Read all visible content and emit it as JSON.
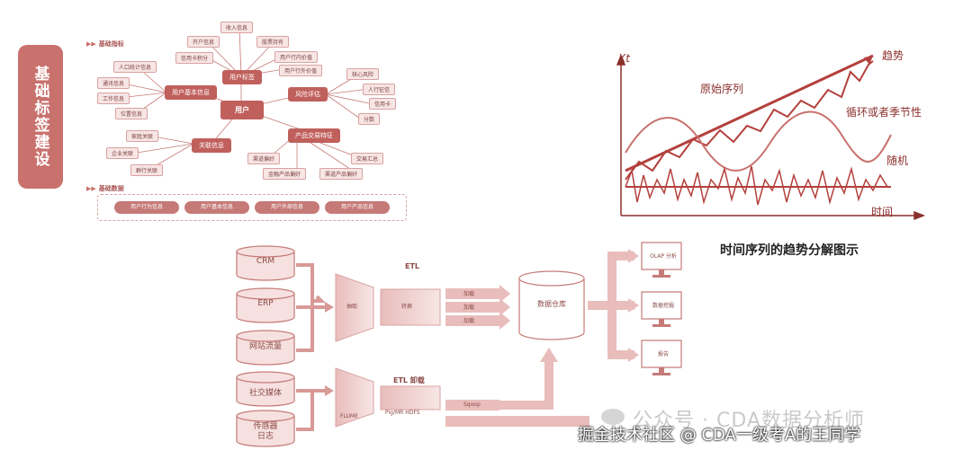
{
  "side_label": "基础标签建设",
  "mindmap": {
    "title": "基础指标",
    "center": "用户",
    "core_nodes": {
      "profile": "用户基本信息",
      "tag": "用户标签",
      "risk": "风险评估",
      "relation": "关联信息",
      "product": "产品交易特征"
    },
    "leaves": {
      "income": "收入信息",
      "account": "开户信息",
      "stock": "股票持有",
      "card": "信用卡积分",
      "inner_value": "用户行内价值",
      "outer_value": "用户行外价值",
      "population": "人口统计信息",
      "comm": "通讯信息",
      "work": "工作信息",
      "location": "位置信息",
      "core_risk": "核心风险",
      "bank_credit": "人行征信",
      "credit_card": "信用卡",
      "score": "分数",
      "family": "家庭关联",
      "enterprise": "企业关联",
      "group": "群行关联",
      "channel_pref": "渠道偏好",
      "trade_summary": "交易汇总",
      "loan_pref": "金融产品偏好",
      "channel_prod": "渠道产品偏好"
    },
    "data_title": "基础数据",
    "data_pills": [
      "用户行为信息",
      "用户基本信息",
      "用户外部信息",
      "用户产品信息"
    ]
  },
  "chart": {
    "y_axis": "Xt",
    "trend_label": "趋势",
    "original_label": "原始序列",
    "cycle_label": "循环或者季节性",
    "random_label": "随机",
    "x_axis": "时间",
    "caption": "时间序列的趋势分解图示"
  },
  "etl": {
    "sources_top": [
      "CRM",
      "ERP",
      "网站流量"
    ],
    "sources_bottom": [
      "社交媒体",
      "传感器\n日志"
    ],
    "etl_title": "ETL",
    "extract": "抽取",
    "transform": "转换",
    "load": [
      "加载",
      "加载",
      "加载"
    ],
    "warehouse": "数据仓库",
    "outputs": [
      "OLAP 分析",
      "数据挖掘",
      "报告"
    ],
    "etl_unload_title": "ETL 卸载",
    "flume": "FLUME",
    "pig": "Pig/MR HDFS",
    "sqoop": "Sqoop"
  },
  "watermark": {
    "line1": "公众号 · CDA数据分析师",
    "line2": "掘金技术社区 @ CDA一级考A的王同学"
  },
  "colors": {
    "accent": "#c0605c",
    "light": "#f3d9d8",
    "mid": "#d89a97"
  }
}
